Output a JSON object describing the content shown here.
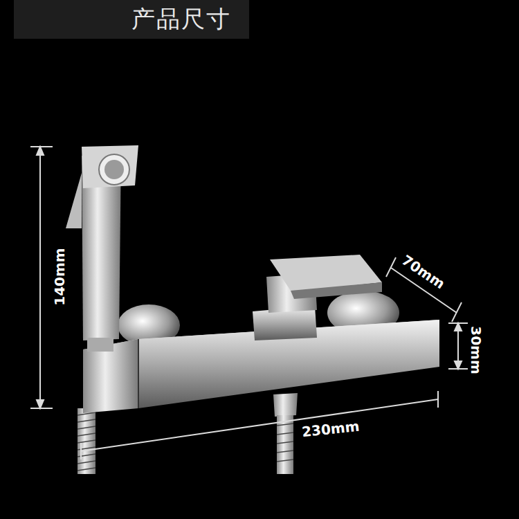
{
  "diagram": {
    "title": "产品尺寸",
    "labels": [
      "140mm",
      "70mm",
      "30mm",
      "230mm"
    ]
  }
}
